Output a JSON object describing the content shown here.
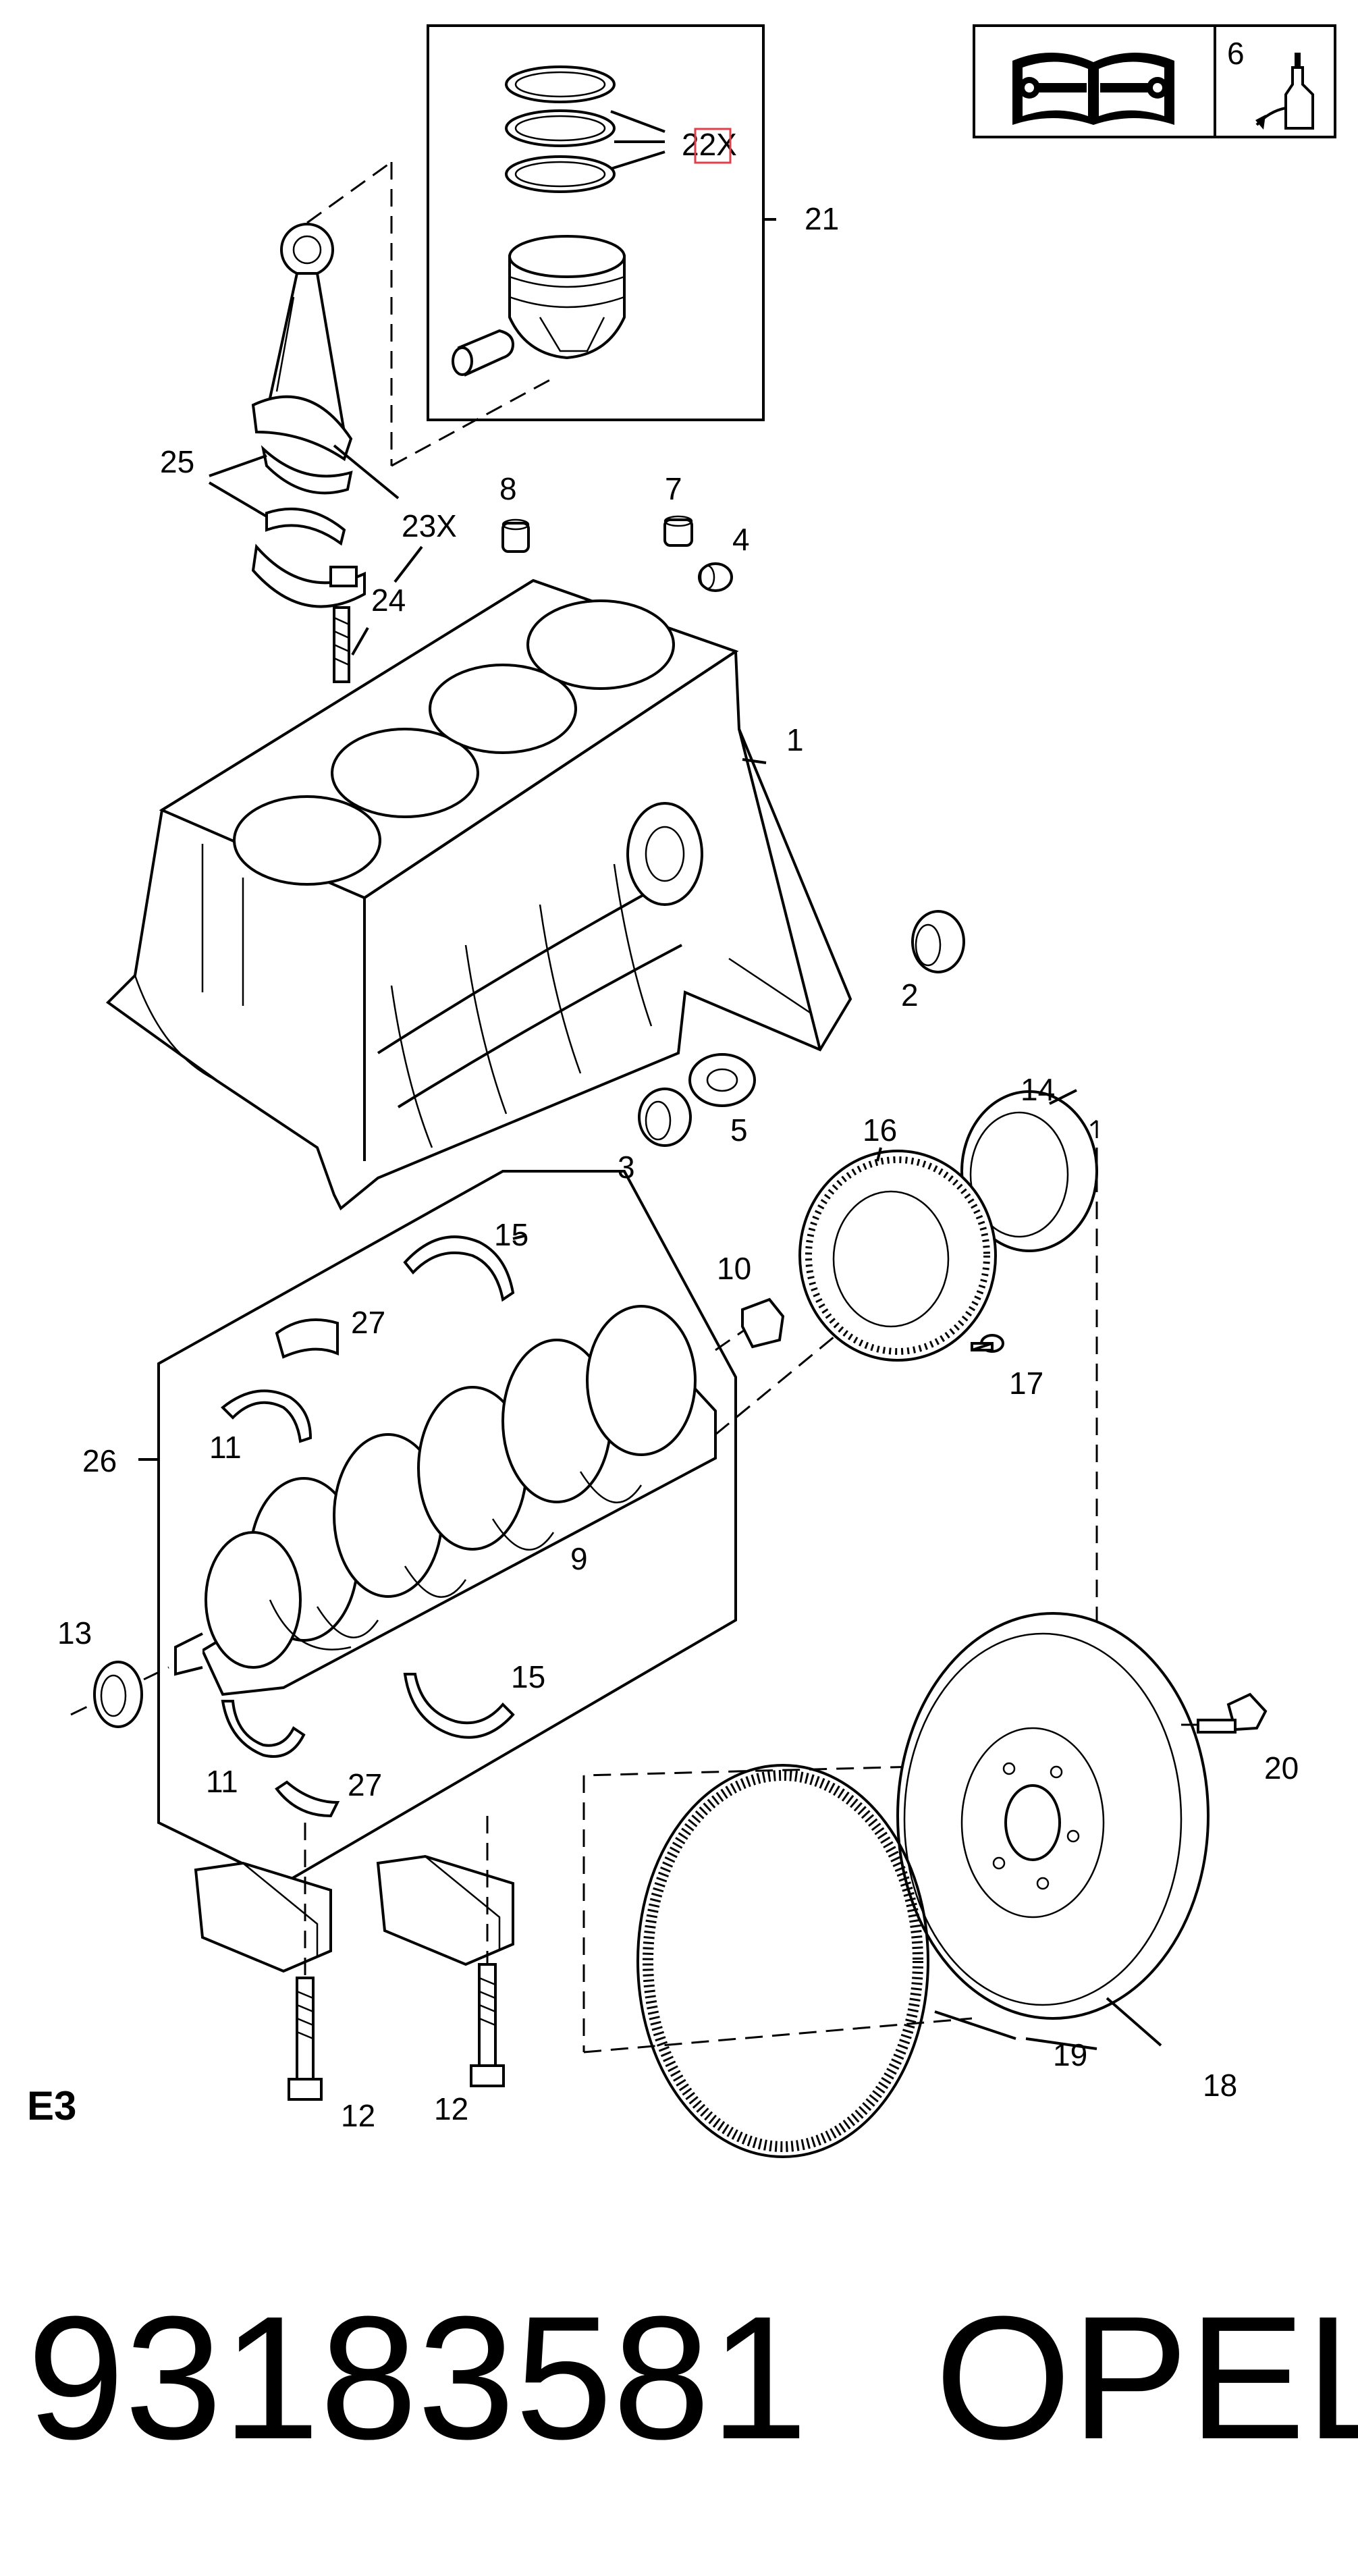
{
  "diagram": {
    "section_code": "E3",
    "part_number": "93183581",
    "brand": "OPEL",
    "highlight_color": "#e0404a",
    "icons": [
      "repair-manual-icon",
      "sealant-bottle-icon"
    ],
    "callouts": {
      "c1": "1",
      "c2": "2",
      "c3": "3",
      "c4": "4",
      "c5": "5",
      "c6": "6",
      "c7": "7",
      "c8": "8",
      "c9": "9",
      "c10": "10",
      "c11a": "11",
      "c11b": "11",
      "c12a": "12",
      "c12b": "12",
      "c13": "13",
      "c14": "14",
      "c15a": "15",
      "c15b": "15",
      "c16": "16",
      "c17": "17",
      "c18": "18",
      "c19": "19",
      "c20": "20",
      "c21": "21",
      "c22": "22X",
      "c23": "23X",
      "c24": "24",
      "c25": "25",
      "c26": "26",
      "c27a": "27",
      "c27b": "27"
    }
  }
}
